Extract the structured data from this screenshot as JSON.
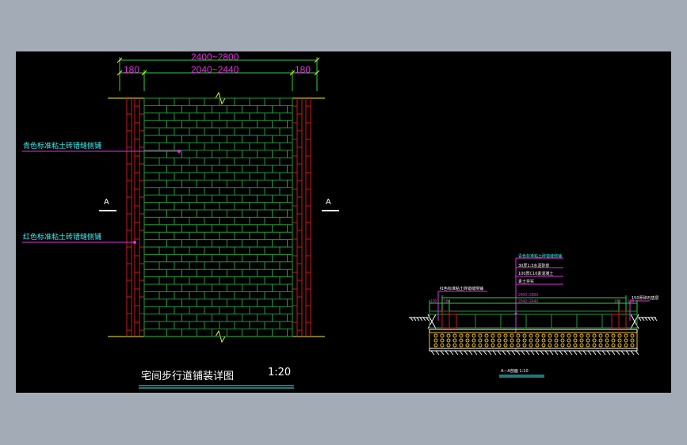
{
  "plan": {
    "dims": {
      "overall": "2400~2800",
      "left_edge": "180",
      "middle": "2040~2440",
      "right_edge": "180"
    },
    "notes": [
      "青色标准粘土砖错缝侧铺",
      "红色标准粘土砖错缝侧铺"
    ],
    "section_marks": {
      "left": "A",
      "right": "A"
    },
    "title": "宅间步行道铺装详图",
    "scale": "1:20"
  },
  "section": {
    "layers": [
      "青色标准粘土砖错缝侧铺",
      "30厚1:3水泥砂浆",
      "100厚C10素混凝土",
      "素土夯实"
    ],
    "left_note": "红色标准粘土砖错缝侧铺",
    "right_note": "150厚碎石垫层",
    "dims": {
      "overall": "2400~2800",
      "left_outer": "100",
      "left_edge": "180",
      "middle": "2040~2440",
      "right_edge": "180",
      "right_outer": "100"
    },
    "title": "A—A剖面  1:10"
  },
  "colors": {
    "background": "#000000",
    "frame": "#a3abb7",
    "brick_green": "#1f9a3a",
    "brick_red": "#d01818",
    "dimension": "#e030e0",
    "leader": "#e030e0",
    "text": "#40f0f0",
    "edge": "#f0f020"
  }
}
